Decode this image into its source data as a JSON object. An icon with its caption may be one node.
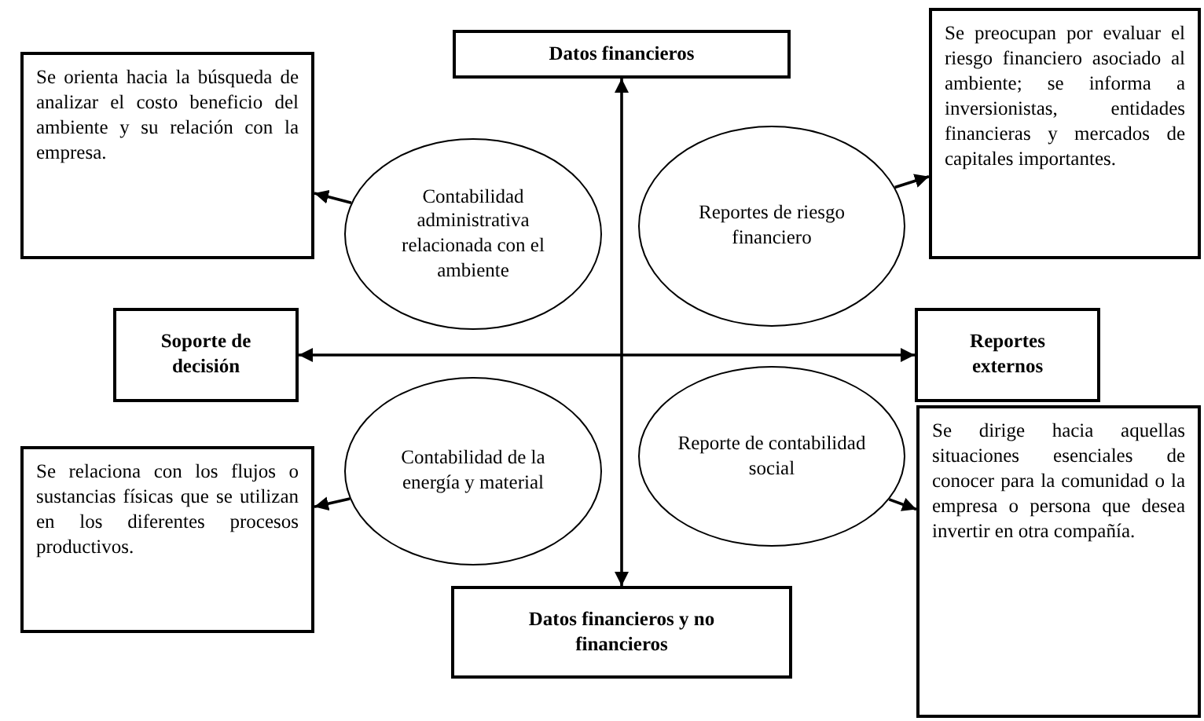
{
  "diagram": {
    "nodes": [
      {
        "text": [
          "Datos financieros"
        ]
      },
      {
        "text": [
          "Se orienta hacia la búsqueda de analizar el costo beneficio del ambiente y su relación con la empresa."
        ]
      },
      {
        "text": [
          "Se preocupan por evaluar el riesgo financiero asociado al ambiente; se informa a inversionistas, entidades financieras y mercados de capitales importantes."
        ]
      },
      {
        "text": [
          "Contabilidad administrativa relacionada con el ambiente"
        ]
      },
      {
        "text": [
          "Reportes de riesgo financiero"
        ]
      },
      {
        "text": [
          "Soporte de decisión"
        ]
      },
      {
        "text": [
          "Reportes externos"
        ]
      },
      {
        "text": [
          "Contabilidad de la energía y material"
        ]
      },
      {
        "text": [
          "Reporte de contabilidad social"
        ]
      },
      {
        "text": [
          "Se relaciona con los flujos o sustancias físicas que se utilizan en los diferentes procesos productivos."
        ]
      },
      {
        "text": [
          "Datos financieros y no financieros"
        ]
      },
      {
        "text": [
          "Se dirige hacia aquellas situaciones esenciales de conocer para la comunidad o la empresa o persona que desea invertir en otra compañía."
        ]
      }
    ],
    "edges": [
      {
        "from": 0,
        "to": 10,
        "arrow": "both"
      },
      {
        "from": 5,
        "to": 6,
        "arrow": "both"
      },
      {
        "from": 3,
        "to": 1,
        "arrow": "to"
      },
      {
        "from": 4,
        "to": 2,
        "arrow": "to"
      },
      {
        "from": 7,
        "to": 9,
        "arrow": "to"
      },
      {
        "from": 8,
        "to": 11,
        "arrow": "to"
      }
    ]
  }
}
